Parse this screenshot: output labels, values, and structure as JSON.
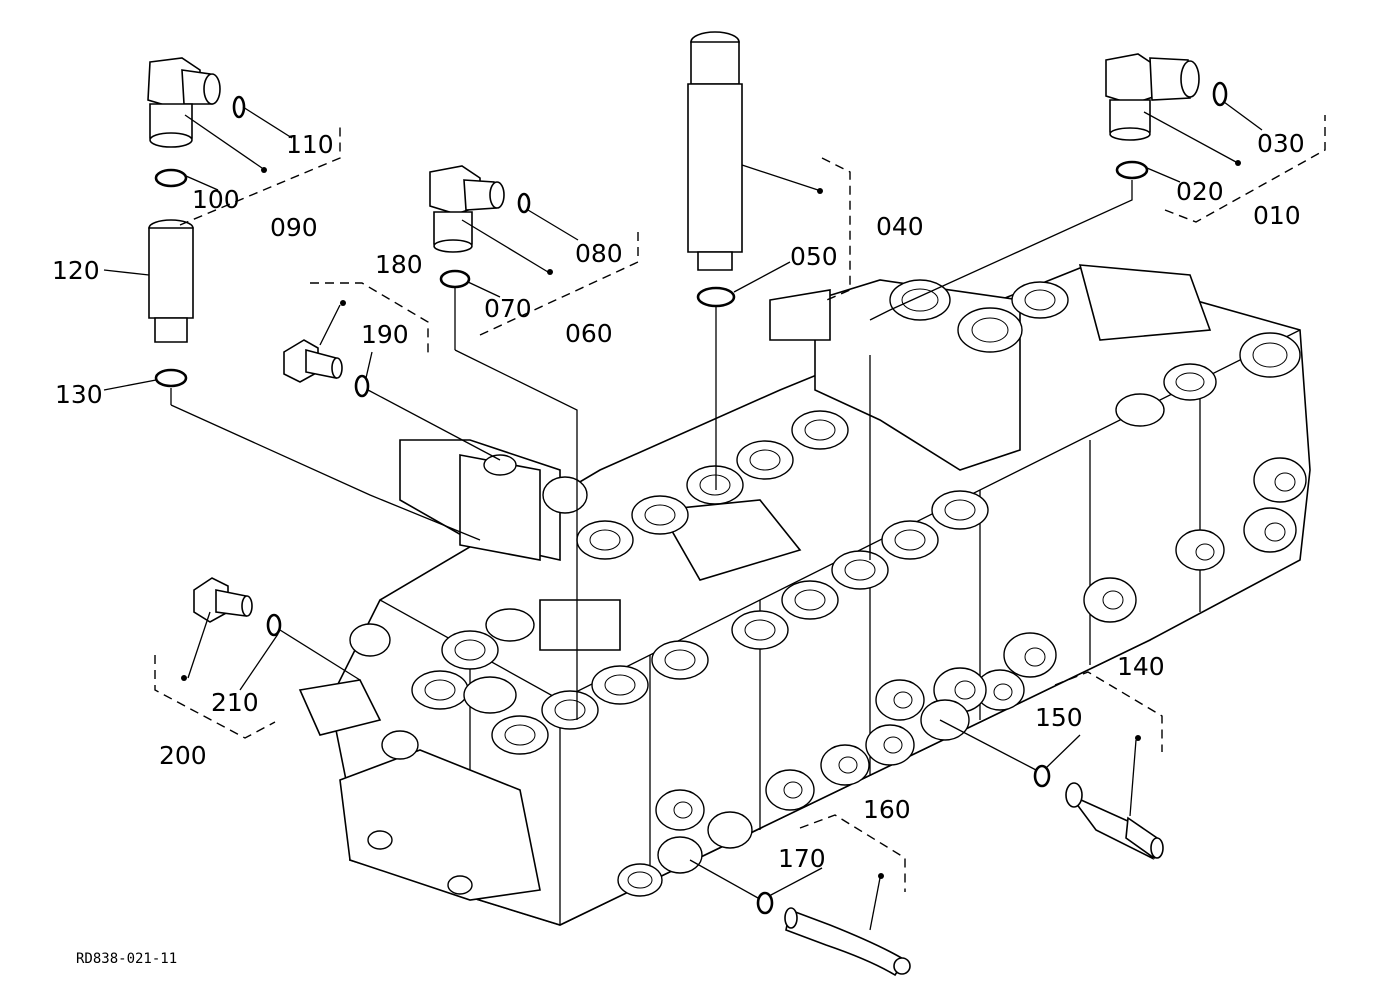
{
  "drawing": {
    "reference": "RD838-021-11",
    "part_labels": [
      "010",
      "020",
      "030",
      "040",
      "050",
      "060",
      "070",
      "080",
      "090",
      "100",
      "110",
      "120",
      "130",
      "140",
      "150",
      "160",
      "170",
      "180",
      "190",
      "200",
      "210"
    ]
  }
}
